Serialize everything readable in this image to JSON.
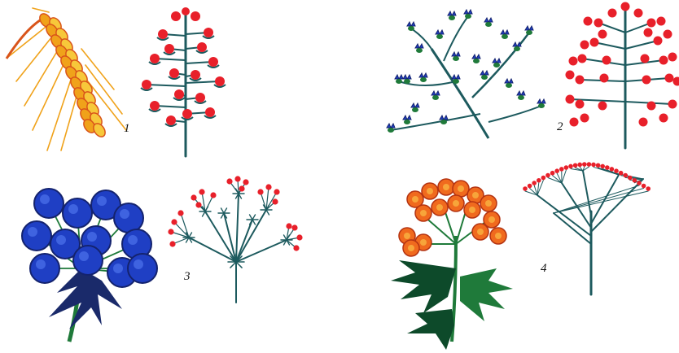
{
  "colors": {
    "stem": "#1d5a5e",
    "red_dot": "#e8202a",
    "blue": "#1f3fc4",
    "dark_blue": "#14236e",
    "wheat": "#f0a21a",
    "wheat_edge": "#d9541a",
    "orange_flower": "#f06a1e",
    "leaf_green": "#1f7a3a",
    "dark_green": "#0d4a2a",
    "navy_leaf": "#1a2a6a"
  },
  "figures": [
    {
      "number": "1",
      "left": "wheat-ear-drawing",
      "right": "spike-scheme"
    },
    {
      "number": "2",
      "left": "cornflower-branch-drawing",
      "right": "panicle-scheme"
    },
    {
      "number": "3",
      "left": "blue-umbel-drawing",
      "right": "compound-umbel-scheme"
    },
    {
      "number": "4",
      "left": "tansy-drawing",
      "right": "corymb-scheme"
    }
  ]
}
